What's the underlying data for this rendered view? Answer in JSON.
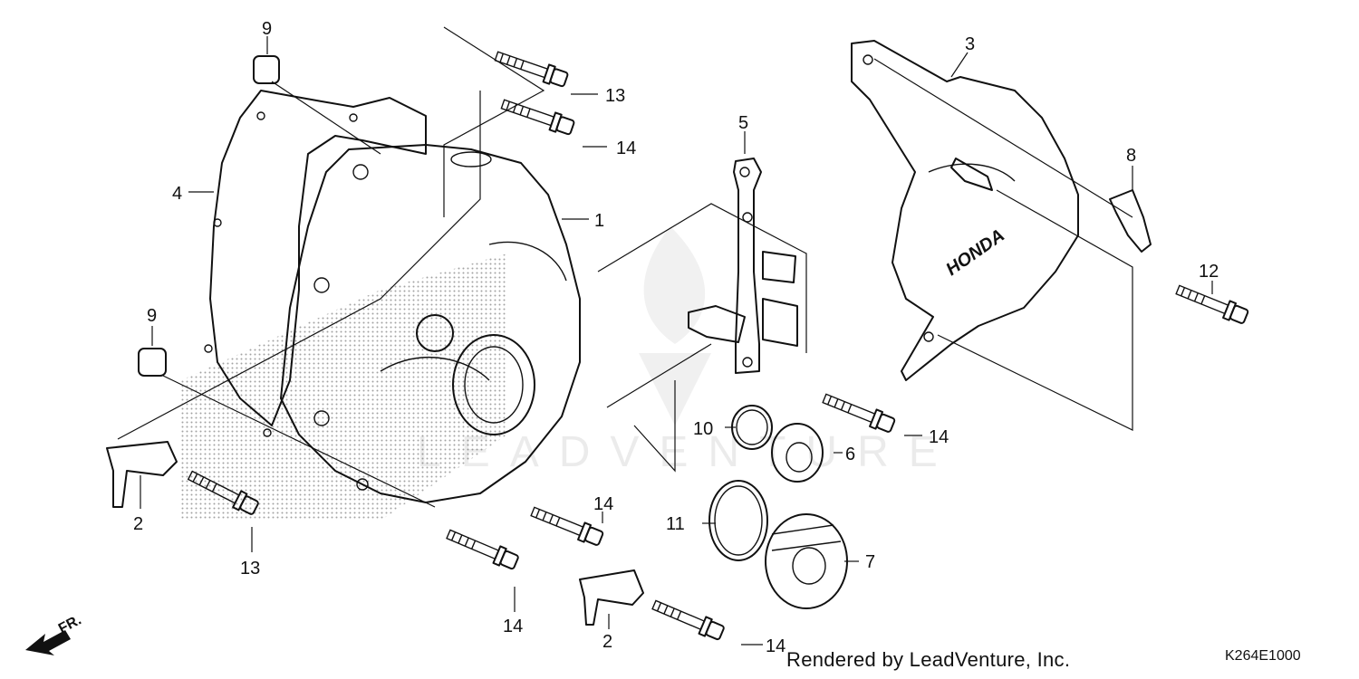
{
  "callouts": [
    {
      "id": "c9a",
      "text": "9"
    },
    {
      "id": "c4",
      "text": "4"
    },
    {
      "id": "c13a",
      "text": "13"
    },
    {
      "id": "c14a",
      "text": "14"
    },
    {
      "id": "c1",
      "text": "1"
    },
    {
      "id": "c9b",
      "text": "9"
    },
    {
      "id": "c2a",
      "text": "2"
    },
    {
      "id": "c13b",
      "text": "13"
    },
    {
      "id": "c14b",
      "text": "14"
    },
    {
      "id": "c14c",
      "text": "14"
    },
    {
      "id": "c2b",
      "text": "2"
    },
    {
      "id": "c14d",
      "text": "14"
    },
    {
      "id": "c5",
      "text": "5"
    },
    {
      "id": "c10",
      "text": "10"
    },
    {
      "id": "c6",
      "text": "6"
    },
    {
      "id": "c11",
      "text": "11"
    },
    {
      "id": "c7",
      "text": "7"
    },
    {
      "id": "c14e",
      "text": "14"
    },
    {
      "id": "c3",
      "text": "3"
    },
    {
      "id": "c8",
      "text": "8"
    },
    {
      "id": "c12",
      "text": "12"
    }
  ],
  "cover_logo_text": "HONDA",
  "direction_label": "FR.",
  "credit": "Rendered by LeadVenture, Inc.",
  "diagram_code": "K264E1000",
  "watermark": "LEADVENTURE"
}
